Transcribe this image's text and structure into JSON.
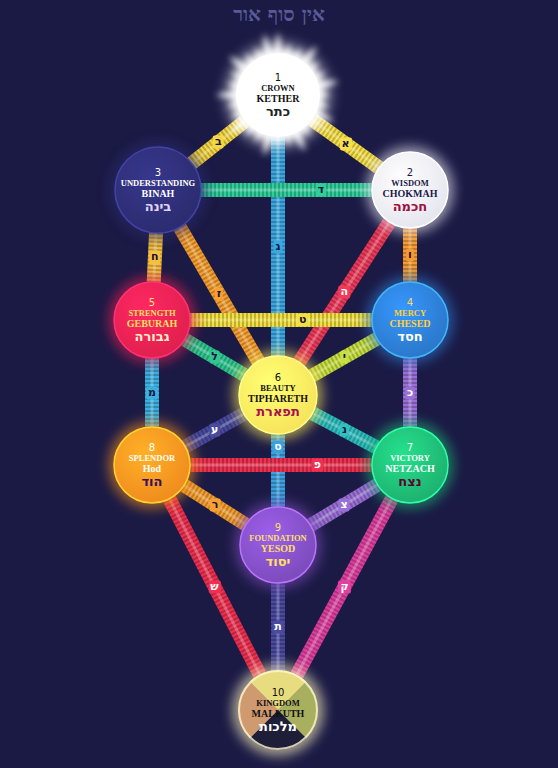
{
  "diagram": {
    "nodes": [
      {
        "text": [
          "1",
          "CROWN",
          "KETHER",
          "כתר"
        ]
      },
      {
        "text": [
          "3",
          "UNDERSTANDING",
          "BINAH",
          "בינה"
        ]
      },
      {
        "text": [
          "2",
          "WISDOM",
          "CHOKMAH",
          "חכמה"
        ]
      },
      {
        "text": [
          "5",
          "STRENGTH",
          "GEBURAH",
          "גבורה"
        ]
      },
      {
        "text": [
          "4",
          "MERCY",
          "CHESED",
          "חסד"
        ]
      },
      {
        "text": [
          "6",
          "BEAUTY",
          "TIPHARETH",
          "תפארת"
        ]
      },
      {
        "text": [
          "8",
          "SPLENDOR",
          "Hod",
          "הוד"
        ]
      },
      {
        "text": [
          "7",
          "VICTORY",
          "NETZACH",
          "נצח"
        ]
      },
      {
        "text": [
          "9",
          "FOUNDATION",
          "YESOD",
          "יסוד"
        ]
      },
      {
        "text": [
          "10",
          "KINGDOM",
          "MALKUTH",
          "מלכות"
        ]
      }
    ],
    "edges": [
      {
        "from": 0,
        "to": 2,
        "label": "א",
        "arrow": "none"
      },
      {
        "from": 0,
        "to": 1,
        "label": "ב",
        "arrow": "none"
      },
      {
        "from": 0,
        "to": 5,
        "label": "ג",
        "arrow": "none"
      },
      {
        "from": 2,
        "to": 1,
        "label": "ד",
        "arrow": "none"
      },
      {
        "from": 2,
        "to": 5,
        "label": "ה",
        "arrow": "none"
      },
      {
        "from": 2,
        "to": 4,
        "label": "ו",
        "arrow": "none"
      },
      {
        "from": 1,
        "to": 5,
        "label": "ז",
        "arrow": "none"
      },
      {
        "from": 1,
        "to": 3,
        "label": "ח",
        "arrow": "none"
      },
      {
        "from": 4,
        "to": 3,
        "label": "ט",
        "arrow": "none"
      },
      {
        "from": 4,
        "to": 5,
        "label": "י",
        "arrow": "none"
      },
      {
        "from": 4,
        "to": 7,
        "label": "כ",
        "arrow": "none"
      },
      {
        "from": 3,
        "to": 5,
        "label": "ל",
        "arrow": "none"
      },
      {
        "from": 3,
        "to": 6,
        "label": "מ",
        "arrow": "none"
      },
      {
        "from": 5,
        "to": 7,
        "label": "נ",
        "arrow": "none"
      },
      {
        "from": 5,
        "to": 8,
        "label": "ס",
        "arrow": "none"
      },
      {
        "from": 5,
        "to": 6,
        "label": "ע",
        "arrow": "none"
      },
      {
        "from": 7,
        "to": 6,
        "label": "פ",
        "arrow": "none"
      },
      {
        "from": 7,
        "to": 8,
        "label": "צ",
        "arrow": "none"
      },
      {
        "from": 7,
        "to": 9,
        "label": "ק",
        "arrow": "none"
      },
      {
        "from": 6,
        "to": 8,
        "label": "ר",
        "arrow": "none"
      },
      {
        "from": 6,
        "to": 9,
        "label": "ש",
        "arrow": "none"
      },
      {
        "from": 8,
        "to": 9,
        "label": "ת",
        "arrow": "none"
      }
    ],
    "labels": [
      "אין סוף אור"
    ]
  }
}
